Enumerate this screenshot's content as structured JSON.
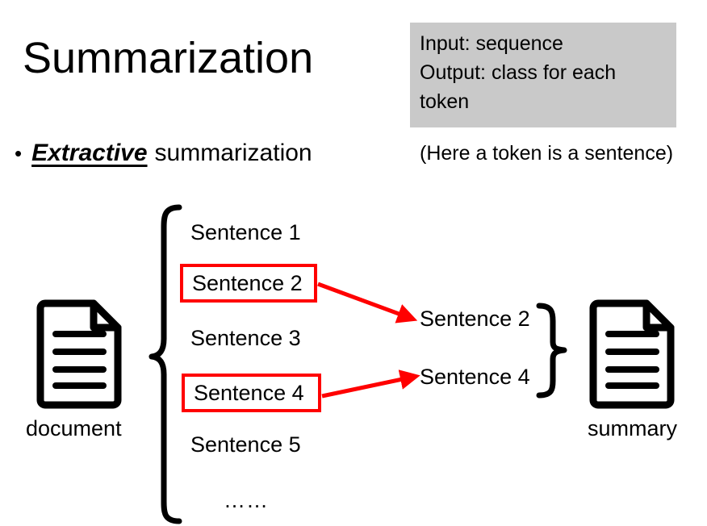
{
  "slide": {
    "title": "Summarization",
    "background_color": "#ffffff",
    "text_color": "#000000",
    "highlight_color": "#ff0000",
    "info_box_color": "#c9c9c9"
  },
  "bullet": {
    "marker": "•",
    "emphasis": "Extractive",
    "rest": "summarization"
  },
  "io_box": {
    "lines": [
      "Input: sequence",
      "Output: class for each",
      "token"
    ]
  },
  "note": {
    "text": "(Here a token is a sentence)"
  },
  "document": {
    "label": "document",
    "icon": "document-page-icon"
  },
  "summary": {
    "label": "summary",
    "icon": "document-page-icon"
  },
  "sentence_list": {
    "items": [
      {
        "label": "Sentence 1",
        "selected": false
      },
      {
        "label": "Sentence 2",
        "selected": true
      },
      {
        "label": "Sentence 3",
        "selected": false
      },
      {
        "label": "Sentence 4",
        "selected": true
      },
      {
        "label": "Sentence 5",
        "selected": false
      },
      {
        "label": "……",
        "selected": false
      }
    ]
  },
  "output_list": {
    "items": [
      {
        "label": "Sentence 2"
      },
      {
        "label": "Sentence 4"
      }
    ]
  },
  "arrows": [
    {
      "from": "Sentence 2",
      "to": "Sentence 2",
      "color": "#ff0000"
    },
    {
      "from": "Sentence 4",
      "to": "Sentence 4",
      "color": "#ff0000"
    }
  ],
  "braces": [
    {
      "name": "document-brace",
      "orientation": "left"
    },
    {
      "name": "summary-brace",
      "orientation": "right"
    }
  ]
}
